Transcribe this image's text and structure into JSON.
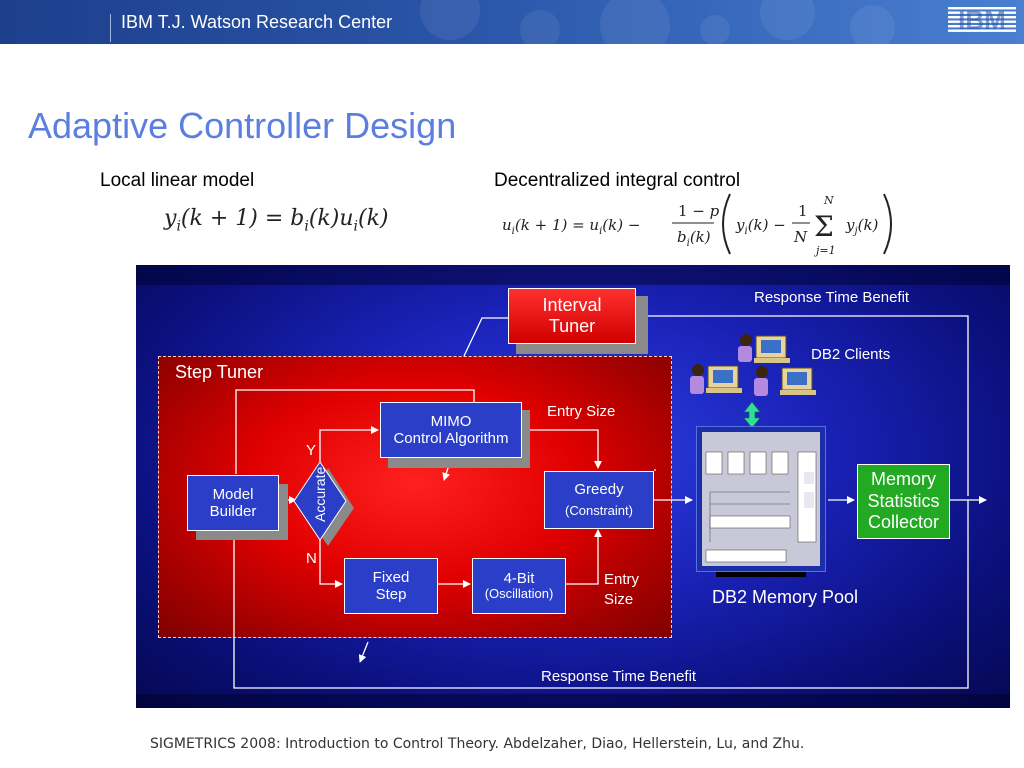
{
  "header": {
    "org": "IBM T.J. Watson Research Center",
    "logo": "IBM"
  },
  "slide": {
    "title": "Adaptive Controller Design",
    "local_model_label": "Local linear model",
    "local_model_eq": "y_i(k+1) = b_i(k)u_i(k)",
    "integral_label": "Decentralized integral control",
    "integral_eq": "u_i(k+1) = u_i(k) - (1-p)/b_i(k) ( y_i(k) - 1/N sum_{j=1}^{N} y_j(k) )"
  },
  "diagram": {
    "step_tuner": "Step Tuner",
    "interval_tuner": [
      "Interval",
      "Tuner"
    ],
    "mimo": [
      "MIMO",
      "Control Algorithm"
    ],
    "model_builder": [
      "Model",
      "Builder"
    ],
    "accurate": "Accurate",
    "yes": "Y",
    "no": "N",
    "greedy": [
      "Greedy",
      "(Constraint)"
    ],
    "fixed_step": [
      "Fixed",
      "Step"
    ],
    "four_bit": [
      "4-Bit",
      "(Oscillation)"
    ],
    "entry_size_top": "Entry Size",
    "entry_size_bottom": [
      "Entry",
      "Size"
    ],
    "response_top": "Response Time Benefit",
    "response_bottom": "Response Time Benefit",
    "db2_clients": "DB2 Clients",
    "memory_pool": "DB2  Memory Pool",
    "collector": [
      "Memory",
      "Statistics",
      "Collector"
    ]
  },
  "footer": "SIGMETRICS 2008: Introduction to Control Theory. Abdelzaher, Diao, Hellerstein, Lu, and Zhu.",
  "colors": {
    "title": "#5b7fe0",
    "header": "#2a55a8",
    "step_region": "#e00000",
    "box_blue": "#2a3ec8",
    "collector": "#22aa22"
  }
}
